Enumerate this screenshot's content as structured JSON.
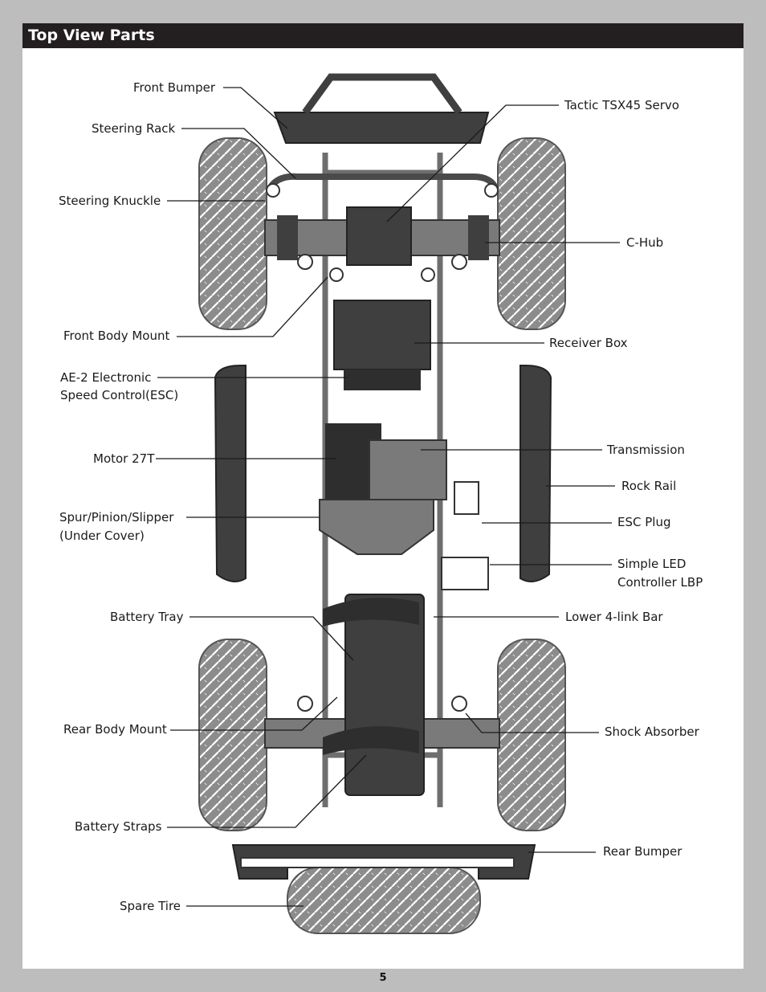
{
  "header": {
    "title": "Top View Parts"
  },
  "page_number": "5",
  "colors": {
    "title_bar": "#231f20",
    "part_dark": "#3f3f3f",
    "part_mid": "#7a7a7a",
    "tire": "#8c8c8c",
    "background": "#bdbdbd"
  },
  "labels": {
    "front_bumper": "Front Bumper",
    "steering_rack": "Steering Rack",
    "steering_knuckle": "Steering Knuckle",
    "front_body_mount": "Front Body Mount",
    "esc_line1": "AE-2 Electronic",
    "esc_line2": "Speed Control(ESC)",
    "motor": "Motor 27T",
    "spur_line1": "Spur/Pinion/Slipper",
    "spur_line2": "(Under Cover)",
    "battery_tray": "Battery Tray",
    "rear_body_mount": "Rear Body Mount",
    "battery_straps": "Battery Straps",
    "spare_tire": "Spare Tire",
    "servo": "Tactic TSX45 Servo",
    "c_hub": "C-Hub",
    "receiver_box": "Receiver Box",
    "transmission": "Transmission",
    "rock_rail": "Rock Rail",
    "esc_plug": "ESC Plug",
    "led_line1": "Simple LED",
    "led_line2": "Controller LBP",
    "lower_link": "Lower 4-link Bar",
    "shock": "Shock Absorber",
    "rear_bumper": "Rear Bumper"
  }
}
